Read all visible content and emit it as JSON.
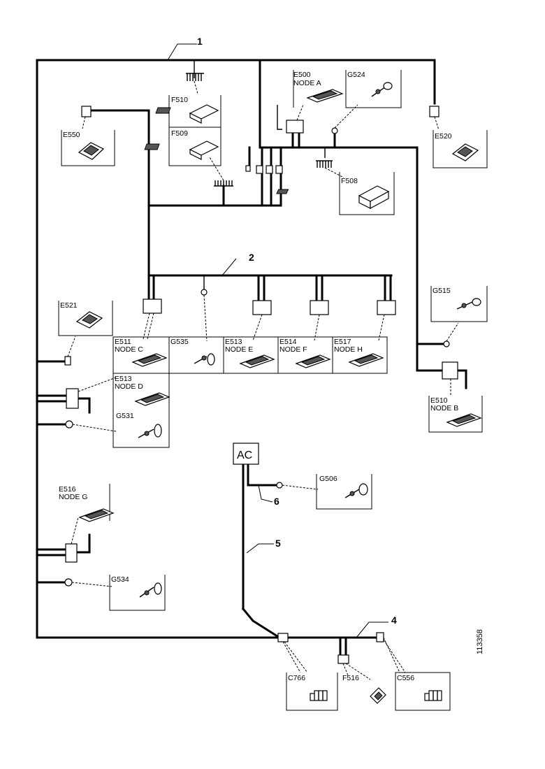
{
  "callouts": [
    "1",
    "2",
    "4",
    "5",
    "6"
  ],
  "junction_label": "AC",
  "figure_id": "113358",
  "components": {
    "e500": {
      "code": "E500",
      "sub": "NODE A"
    },
    "g524": {
      "code": "G524"
    },
    "f510": {
      "code": "F510"
    },
    "f509": {
      "code": "F509"
    },
    "e550": {
      "code": "E550"
    },
    "e520": {
      "code": "E520"
    },
    "f508": {
      "code": "F508"
    },
    "e521": {
      "code": "E521"
    },
    "e511": {
      "code": "E511",
      "sub": "NODE C"
    },
    "g535": {
      "code": "G535"
    },
    "e513": {
      "code": "E513",
      "sub": "NODE E"
    },
    "e514": {
      "code": "E514",
      "sub": "NODE F"
    },
    "e517": {
      "code": "E517",
      "sub": "NODE H"
    },
    "g515": {
      "code": "G515"
    },
    "e510": {
      "code": "E510",
      "sub": "NODE B"
    },
    "e512": {
      "code": "E513",
      "sub": "NODE D"
    },
    "g531": {
      "code": "G531"
    },
    "g506": {
      "code": "G506"
    },
    "e516": {
      "code": "E516",
      "sub": "NODE G"
    },
    "g534": {
      "code": "G534"
    },
    "c766": {
      "code": "C766"
    },
    "f516": {
      "code": "F516"
    },
    "c556": {
      "code": "C556"
    }
  }
}
